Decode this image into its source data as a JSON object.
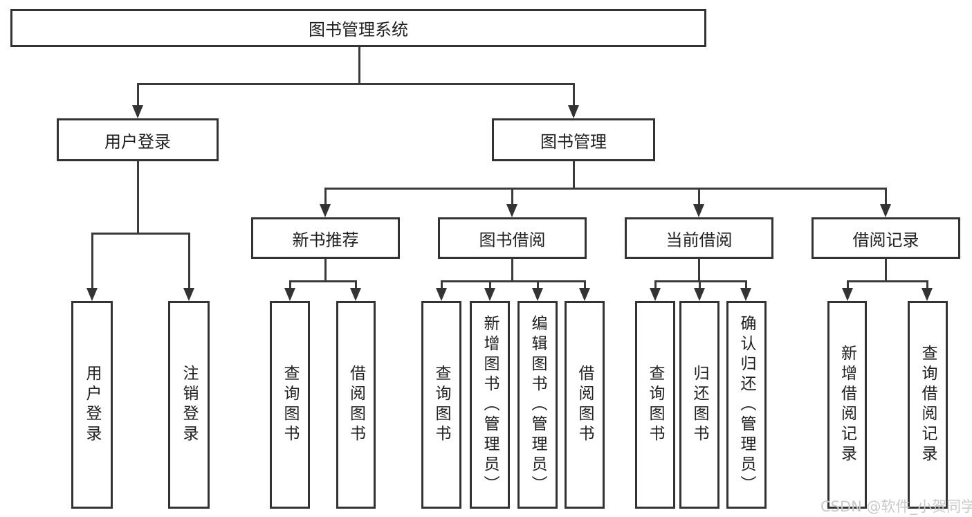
{
  "meta": {
    "background_color": "#ffffff",
    "line_color": "#3a3a3a",
    "border_color": "#333333",
    "text_color": "#1f1f1f",
    "watermark_color": "#c9c9c9"
  },
  "nodes": {
    "root": "图书管理系统",
    "level2": [
      "用户登录",
      "图书管理"
    ],
    "level3": [
      "新书推荐",
      "图书借阅",
      "当前借阅",
      "借阅记录"
    ],
    "leaves": {
      "user_login": [
        "用户登录",
        "注销登录"
      ],
      "new_book": [
        "查询图书",
        "借阅图书"
      ],
      "book_borrow": [
        "查询图书",
        "新增图书（管理员）",
        "编辑图书（管理员）",
        "借阅图书"
      ],
      "current_borrow": [
        "查询图书",
        "归还图书",
        "确认归还（管理员）"
      ],
      "borrow_records": [
        "新增借阅记录",
        "查询借阅记录"
      ]
    }
  },
  "watermark": {
    "text": "CSDN @软件_小贺同学"
  }
}
